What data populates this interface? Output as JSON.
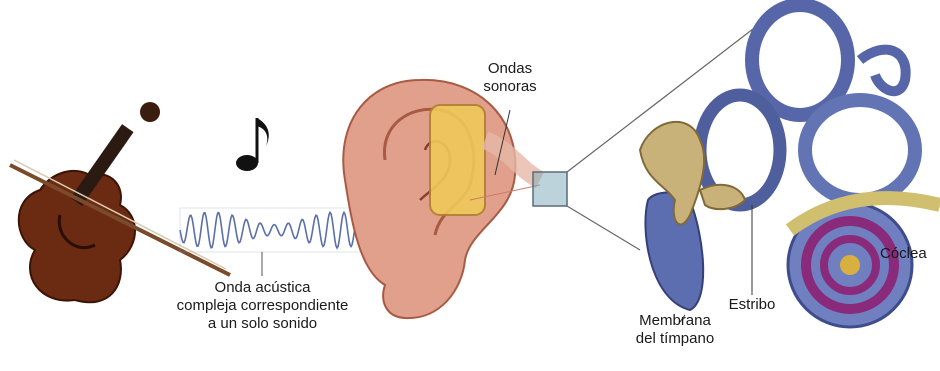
{
  "labels": {
    "sound_waves": [
      "Ondas",
      "sonoras"
    ],
    "acoustic_wave": [
      "Onda acústica",
      "compleja correspondiente",
      "a un solo sonido"
    ],
    "eardrum": [
      "Membrana",
      "del tímpano"
    ],
    "stapes": "Estribo",
    "cochlea": "Cóclea"
  },
  "icons": [
    "violin-icon",
    "music-note-icon",
    "ear-illustration",
    "inner-ear-illustration"
  ],
  "colors": {
    "violin": "#6b2a12",
    "wave": "#5b6fa8",
    "ear_skin": "#e0a08c",
    "inner_ear": "#5666a8",
    "bone": "#c9b27a",
    "text": "#1a1a1a"
  }
}
